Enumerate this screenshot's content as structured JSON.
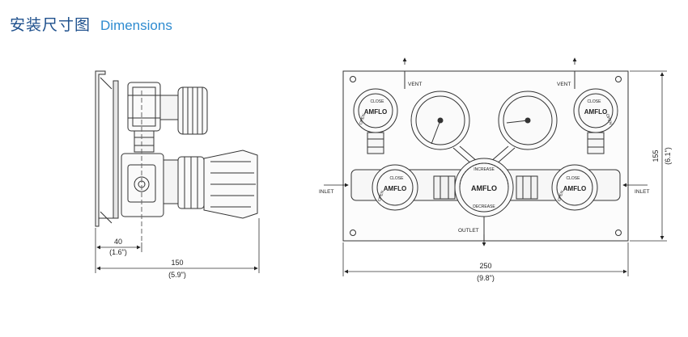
{
  "header": {
    "title_cn": "安装尺寸图",
    "title_en": "Dimensions"
  },
  "side_view": {
    "dim_small": {
      "value": "40",
      "inch": "(1.6\")"
    },
    "dim_width": {
      "value": "150",
      "inch": "(5.9\")"
    }
  },
  "front_view": {
    "dim_width": {
      "value": "250",
      "inch": "(9.8\")"
    },
    "dim_height": {
      "value": "155",
      "inch": "(6.1\")"
    },
    "ports": {
      "vent_left": "VENT",
      "vent_right": "VENT",
      "inlet_left": "INLET",
      "inlet_right": "INLET",
      "outlet": "OUTLET"
    },
    "brand": "AMFLO",
    "valve_open": "OPEN",
    "valve_close": "CLOSE",
    "regulator_increase": "INCREASE",
    "regulator_decrease": "DECREASE"
  }
}
